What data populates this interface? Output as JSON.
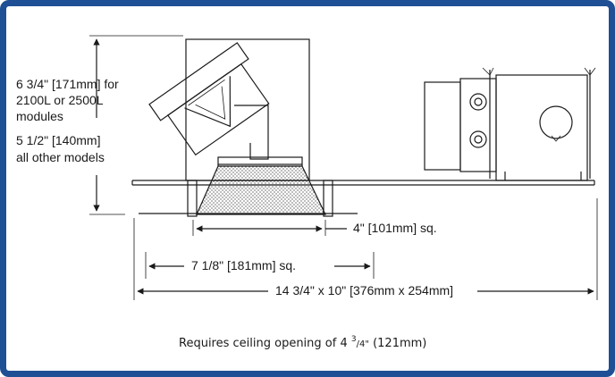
{
  "frame": {
    "border_color": "#1f4f94"
  },
  "labels": {
    "height_alt_line1": "6 3/4\" [171mm] for",
    "height_alt_line2": "2100L or 2500L",
    "height_alt_line3": "modules",
    "height_std_line1": "5 1/2\" [140mm]",
    "height_std_line2": "all other models",
    "aperture": "4\" [101mm] sq.",
    "trim": "7 1/8\" [181mm] sq.",
    "overall": "14 3/4\" x 10\" [376mm x 254mm]"
  },
  "caption": {
    "prefix": "Requires ceiling opening of 4 ",
    "frac_num": "3",
    "frac_den": "/4\"",
    "suffix": " (121mm)"
  }
}
